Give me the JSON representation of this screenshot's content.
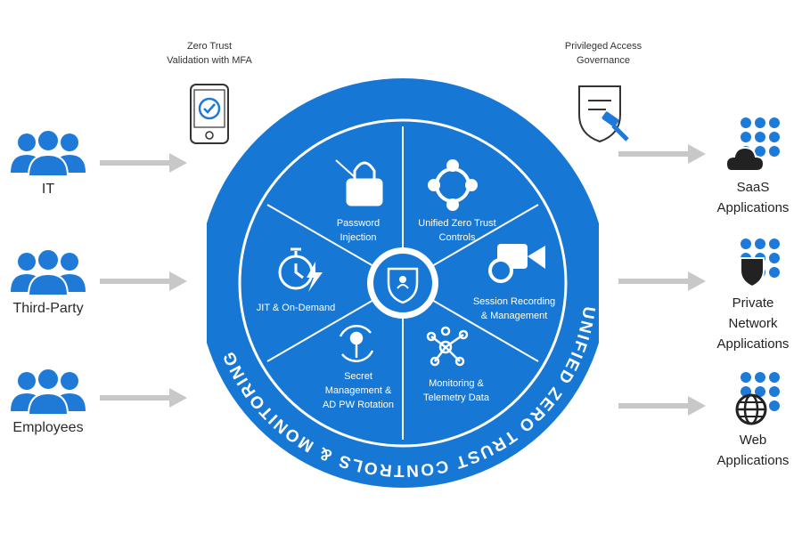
{
  "actors": [
    {
      "label": "IT",
      "icon": "people-group-icon"
    },
    {
      "label": "Third-Party",
      "icon": "people-group-icon"
    },
    {
      "label": "Employees",
      "icon": "people-group-icon"
    }
  ],
  "captions": {
    "mfa": "Zero Trust\nValidation with MFA",
    "pag": "Privileged Access\nGovernance"
  },
  "ring_title": "UNIFIED ZERO TRUST CONTROLS & MONITORING",
  "segments": [
    {
      "label": "Password\nInjection",
      "icon": "lock-icon"
    },
    {
      "label": "Unified Zero Trust\nControls",
      "icon": "ring-controls-icon"
    },
    {
      "label": "Session Recording\n& Management",
      "icon": "video-camera-icon"
    },
    {
      "label": "Monitoring &\nTelemetry Data",
      "icon": "network-nodes-icon"
    },
    {
      "label": "Secret\nManagement &\nAD PW Rotation",
      "icon": "key-rotation-icon"
    },
    {
      "label": "JIT & On-Demand",
      "icon": "stopwatch-icon"
    }
  ],
  "apps": [
    {
      "label": "SaaS\nApplications",
      "icon": "cloud-icon"
    },
    {
      "label": "Private\nNetwork\nApplications",
      "icon": "shield-icon"
    },
    {
      "label": "Web\nApplications",
      "icon": "globe-icon"
    }
  ],
  "colors": {
    "primary": "#1777d4",
    "dark": "#0d5fb3",
    "arrow": "#c8c8c8",
    "icon": "#1e7ad6"
  }
}
